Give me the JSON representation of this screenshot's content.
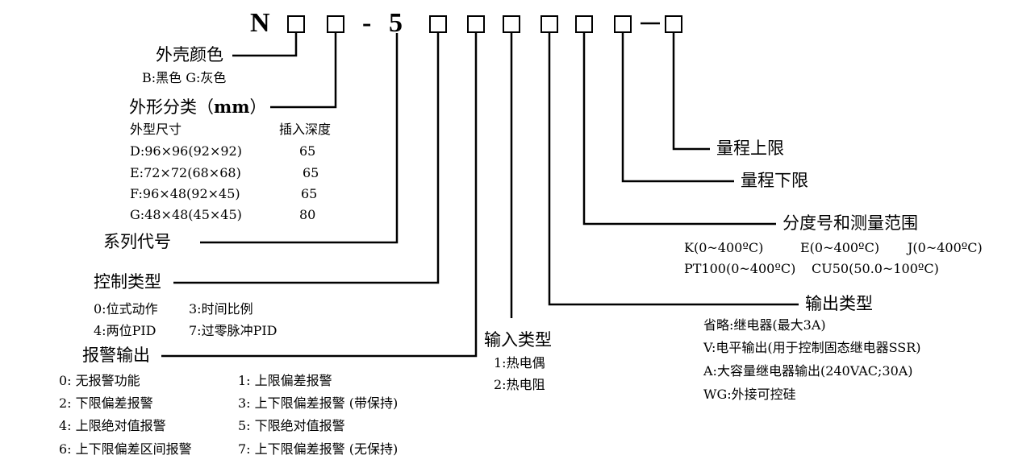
{
  "code": {
    "prefix": "N",
    "dash1": "-",
    "series_digit": "5",
    "dash2": "—"
  },
  "shell_color": {
    "title": "外壳颜色",
    "options": "B:黑色  G:灰色"
  },
  "shape": {
    "title": "外形分类（",
    "unit": "mm",
    "close": "）",
    "col1_header": "外型尺寸",
    "col2_header": "插入深度",
    "rows": [
      {
        "size": "D:96×96(92×92)",
        "depth": "65"
      },
      {
        "size": "E:72×72(68×68)",
        "depth": "65"
      },
      {
        "size": "F:96×48(92×45)",
        "depth": "65"
      },
      {
        "size": "G:48×48(45×45)",
        "depth": "80"
      }
    ]
  },
  "series": {
    "title": "系列代号"
  },
  "control": {
    "title": "控制类型",
    "options": [
      "0:位式动作",
      "3:时间比例",
      "4:两位PID",
      "7:过零脉冲PID"
    ]
  },
  "alarm": {
    "title": "报警输出",
    "options": [
      "0: 无报警功能",
      "1: 上限偏差报警",
      "2: 下限偏差报警",
      "3: 上下限偏差报警 (带保持)",
      "4: 上限绝对值报警",
      "5: 下限绝对值报警",
      "6: 上下限偏差区间报警",
      "7: 上下限偏差报警 (无保持)"
    ]
  },
  "input": {
    "title": "输入类型",
    "options": [
      "1:热电偶",
      "2:热电阻"
    ]
  },
  "output": {
    "title": "输出类型",
    "options": [
      "省略:继电器(最大3A)",
      "V:电平输出(用于控制固态继电器SSR)",
      "A:大容量继电器输出(240VAC;30A)",
      "WG:外接可控硅"
    ]
  },
  "resolution": {
    "title": "分度号和测量范围",
    "options": [
      "K(0~400ºC)",
      "E(0~400ºC)",
      "J(0~400ºC)",
      "PT100(0~400ºC)",
      "CU50(50.0~100ºC)"
    ]
  },
  "range_low": {
    "title": "量程下限"
  },
  "range_high": {
    "title": "量程上限"
  }
}
